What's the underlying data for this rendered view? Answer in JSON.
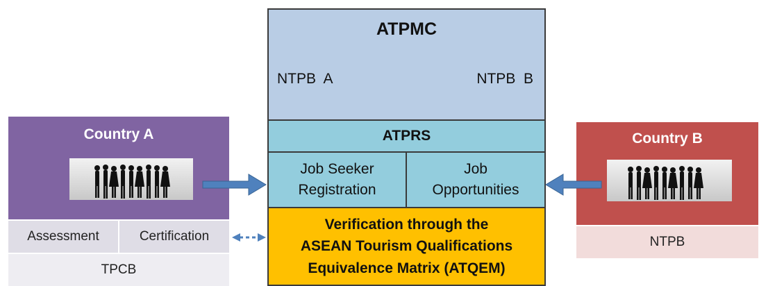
{
  "atpmc": {
    "title": "ATPMC",
    "ntpb_a": "NTPB  A",
    "ntpb_b": "NTPB  B"
  },
  "atprs": {
    "title": "ATPRS",
    "job_seeker_line1": "Job Seeker",
    "job_seeker_line2": "Registration",
    "job_opportunities_line1": "Job",
    "job_opportunities_line2": "Opportunities"
  },
  "verification": {
    "line1": "Verification through the",
    "line2": "ASEAN Tourism Qualifications",
    "line3": "Equivalence Matrix (ATQEM)"
  },
  "country_a": {
    "title": "Country A",
    "assessment": "Assessment",
    "certification": "Certification",
    "body": "TPCB"
  },
  "country_b": {
    "title": "Country B",
    "body": "NTPB"
  },
  "colors": {
    "atpmc": "#b9cde5",
    "atprs": "#93cddd",
    "verification": "#ffc000",
    "country_a": "#8064a2",
    "country_b": "#c0504d",
    "arrow": "#4f81bd"
  },
  "icons": [
    "people-silhouettes-icon",
    "right-arrow-icon",
    "left-arrow-icon",
    "dashed-double-arrow-icon"
  ]
}
